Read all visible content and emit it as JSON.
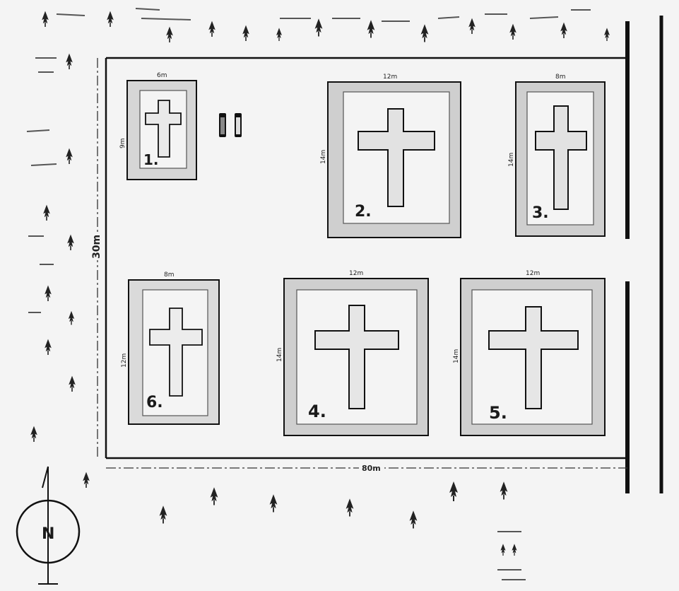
{
  "diagram": {
    "dimensions": {
      "overall_width": "80m",
      "overall_height": "30m"
    },
    "plots": [
      {
        "number": "1.",
        "width_label": "6m",
        "height_label": "9m"
      },
      {
        "number": "2.",
        "width_label": "12m",
        "height_label": "14m"
      },
      {
        "number": "3.",
        "width_label": "8m",
        "height_label": "14m"
      },
      {
        "number": "4.",
        "width_label": "12m",
        "height_label": "14m"
      },
      {
        "number": "5.",
        "width_label": "12m",
        "height_label": "14m"
      },
      {
        "number": "6.",
        "width_label": "8m",
        "height_label": "12m"
      }
    ],
    "compass": {
      "label": "N"
    },
    "icons": {
      "tree": "tree-icon",
      "grave": "cross-icon",
      "memorial": "memorial-stones-icon",
      "compass": "north-arrow-icon"
    }
  }
}
